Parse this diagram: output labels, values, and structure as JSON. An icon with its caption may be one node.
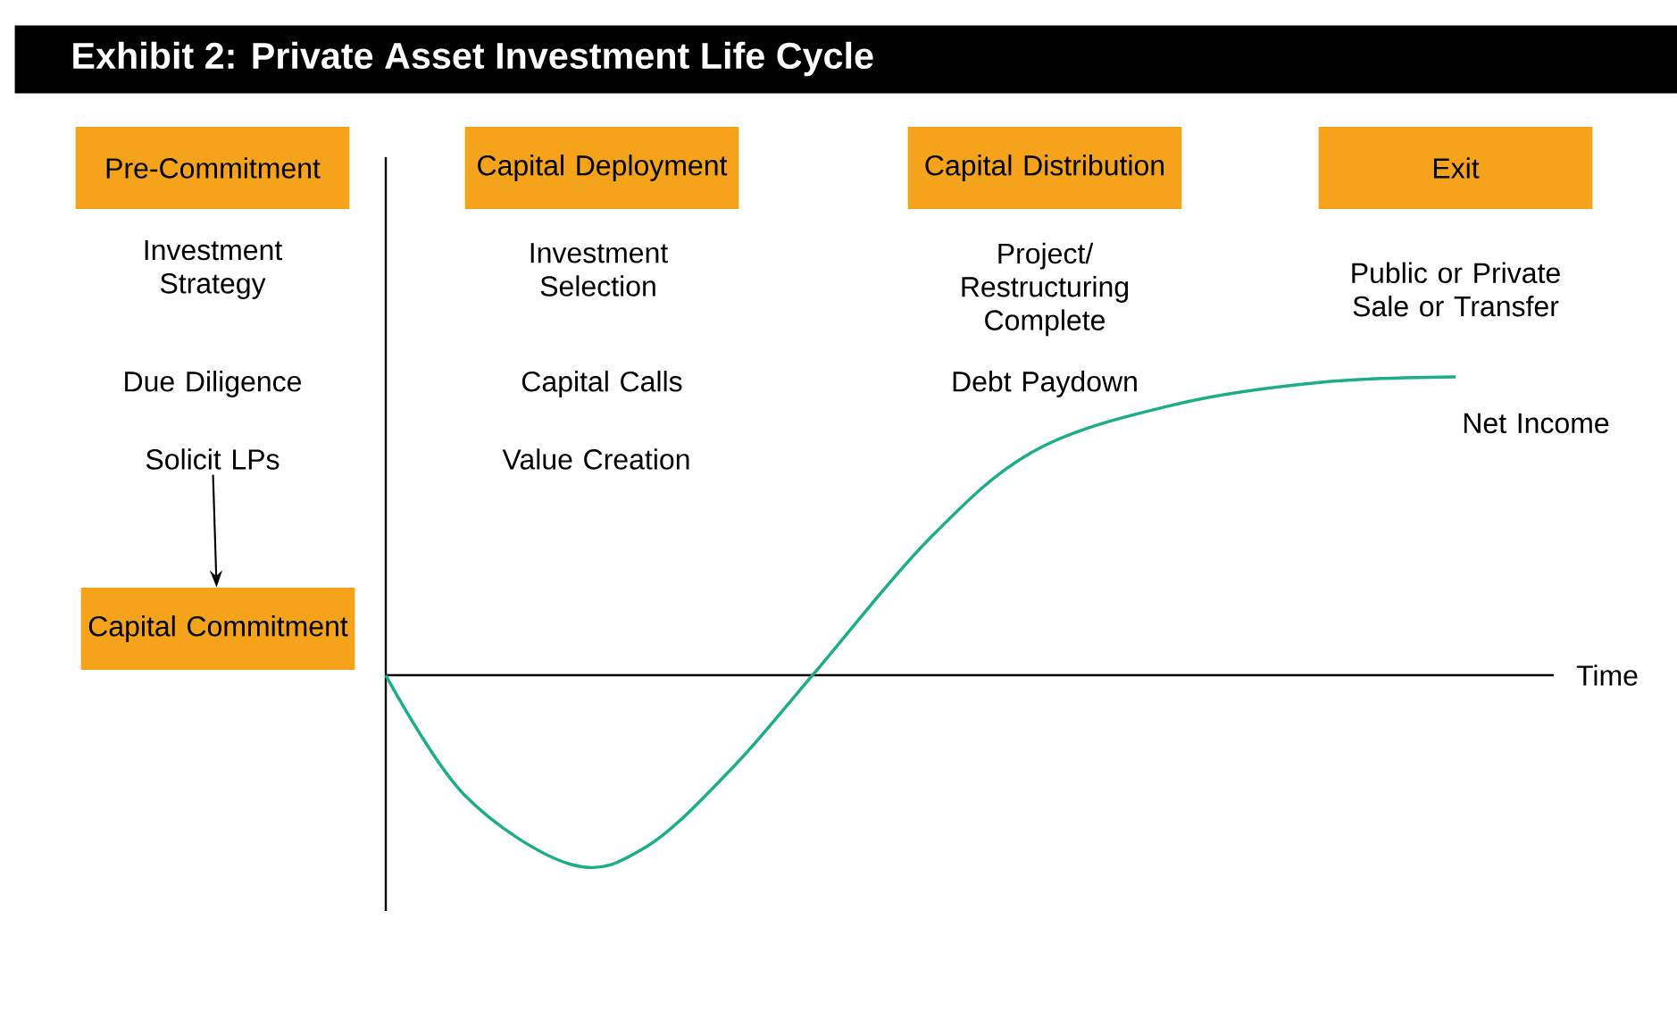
{
  "diagram": {
    "title": "Exhibit 2: Private Asset Investment Life Cycle",
    "nodes": [
      {
        "text": [
          "Pre-Commitment"
        ]
      },
      {
        "text": [
          "Capital Deployment"
        ]
      },
      {
        "text": [
          "Capital Distribution"
        ]
      },
      {
        "text": [
          "Exit"
        ]
      },
      {
        "text": [
          "Solicit LPs"
        ]
      },
      {
        "text": [
          "Capital Commitment"
        ]
      }
    ],
    "edges": [
      {
        "from": 4,
        "to": 5,
        "arrow": "to"
      }
    ],
    "labels": [
      "Investment Strategy",
      "Investment Selection",
      "Project/ Restructuring Complete",
      "Public or Private Sale or Transfer",
      "Due Diligence",
      "Capital Calls",
      "Debt Paydown",
      "Net Income",
      "Value Creation",
      "Time"
    ]
  }
}
